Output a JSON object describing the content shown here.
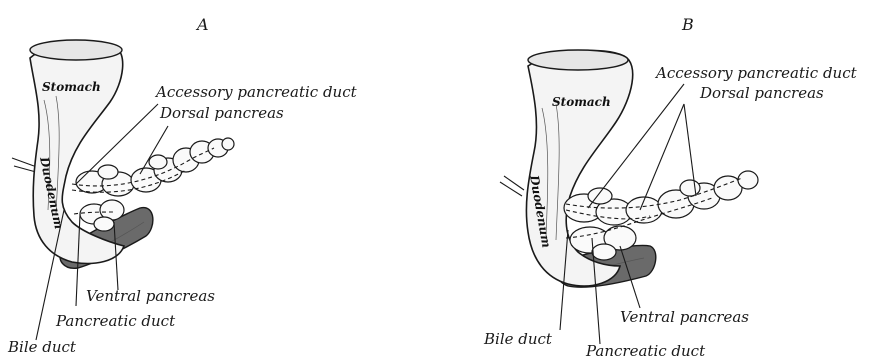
{
  "panels": [
    {
      "letter": "A",
      "labels": {
        "stomach": "Stomach",
        "duodenum": "Duodenum",
        "accessory_pancreatic_duct": "Accessory pancreatic duct",
        "dorsal_pancreas": "Dorsal pancreas",
        "ventral_pancreas": "Ventral pancreas",
        "pancreatic_duct": "Pancreatic duct",
        "bile_duct": "Bile duct"
      }
    },
    {
      "letter": "B",
      "labels": {
        "stomach": "Stomach",
        "duodenum": "Duodenum",
        "accessory_pancreatic_duct": "Accessory pancreatic duct",
        "dorsal_pancreas": "Dorsal pancreas",
        "ventral_pancreas": "Ventral pancreas",
        "pancreatic_duct": "Pancreatic duct",
        "bile_duct": "Bile duct"
      }
    }
  ]
}
